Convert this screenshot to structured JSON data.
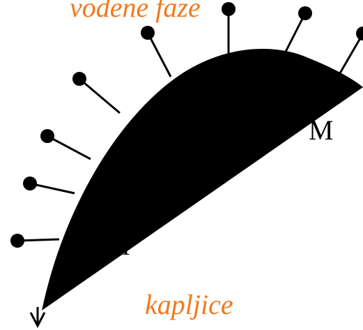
{
  "labels": {
    "top": "vodene faze",
    "bottom": "kapljice",
    "m": "M",
    "p_partial": "r"
  },
  "colors": {
    "accent": "#f07a1e",
    "ink": "#000000",
    "background": "#ffffff"
  },
  "molecule_count": 8
}
